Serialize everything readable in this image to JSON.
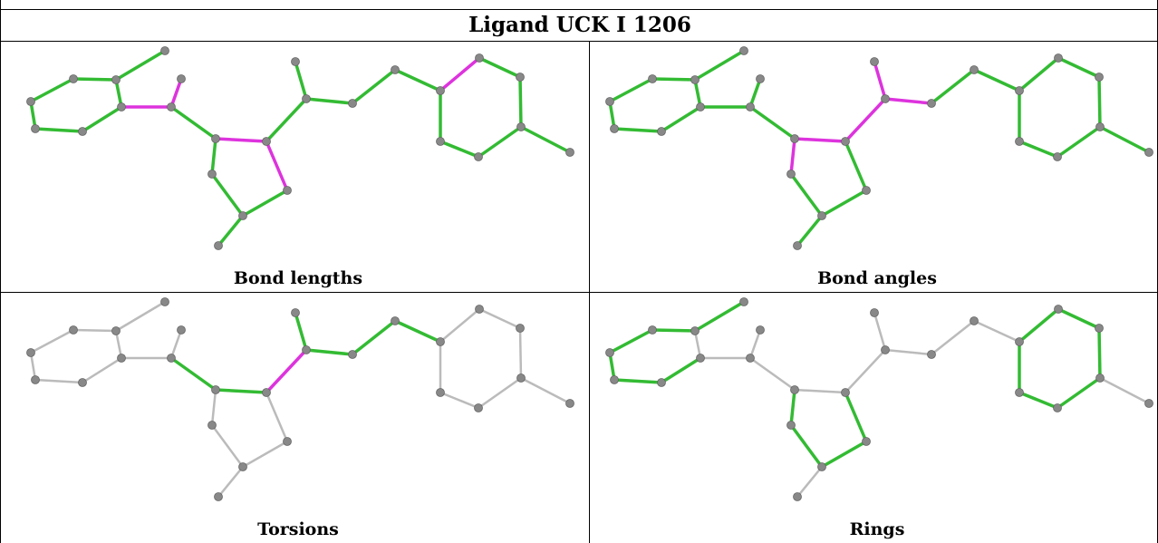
{
  "title": "Ligand UCK I 1206",
  "colors": {
    "ok": "#33bb33",
    "outlier": "#dd33dd",
    "inactive": "#bbbbbb",
    "atom": "#888888"
  },
  "panels": [
    {
      "caption": "Bond lengths",
      "highlight": [
        "ok",
        "ok",
        "ok",
        "ok",
        "ok",
        "ok",
        "ok",
        "outlier",
        "ok",
        "outlier",
        "ok",
        "ok",
        "ok",
        "outlier",
        "ok",
        "ok",
        "ok",
        "ok",
        "ok",
        "outlier",
        "ok",
        "ok",
        "ok",
        "ok",
        "ok",
        "ok",
        "ok"
      ]
    },
    {
      "caption": "Bond angles",
      "highlight": [
        "ok",
        "ok",
        "ok",
        "ok",
        "ok",
        "ok",
        "ok",
        "ok",
        "ok",
        "outlier",
        "outlier",
        "ok",
        "ok",
        "ok",
        "outlier",
        "outlier",
        "outlier",
        "ok",
        "ok",
        "ok",
        "ok",
        "ok",
        "ok",
        "ok",
        "ok",
        "ok",
        "ok"
      ]
    },
    {
      "caption": "Torsions",
      "highlight": [
        "inactive",
        "inactive",
        "inactive",
        "inactive",
        "inactive",
        "inactive",
        "inactive",
        "inactive",
        "ok",
        "ok",
        "inactive",
        "inactive",
        "inactive",
        "inactive",
        "outlier",
        "ok",
        "ok",
        "ok",
        "ok",
        "inactive",
        "inactive",
        "inactive",
        "inactive",
        "inactive",
        "inactive",
        "inactive",
        "inactive"
      ]
    },
    {
      "caption": "Rings",
      "highlight": [
        "ok",
        "ok",
        "ok",
        "ok",
        "ok",
        "ok",
        "inactive",
        "inactive",
        "inactive",
        "inactive",
        "ok",
        "ok",
        "ok",
        "ok",
        "inactive",
        "inactive",
        "inactive",
        "inactive",
        "inactive",
        "ok",
        "ok",
        "ok",
        "ok",
        "ok",
        "ok",
        "inactive",
        "inactive"
      ]
    }
  ]
}
